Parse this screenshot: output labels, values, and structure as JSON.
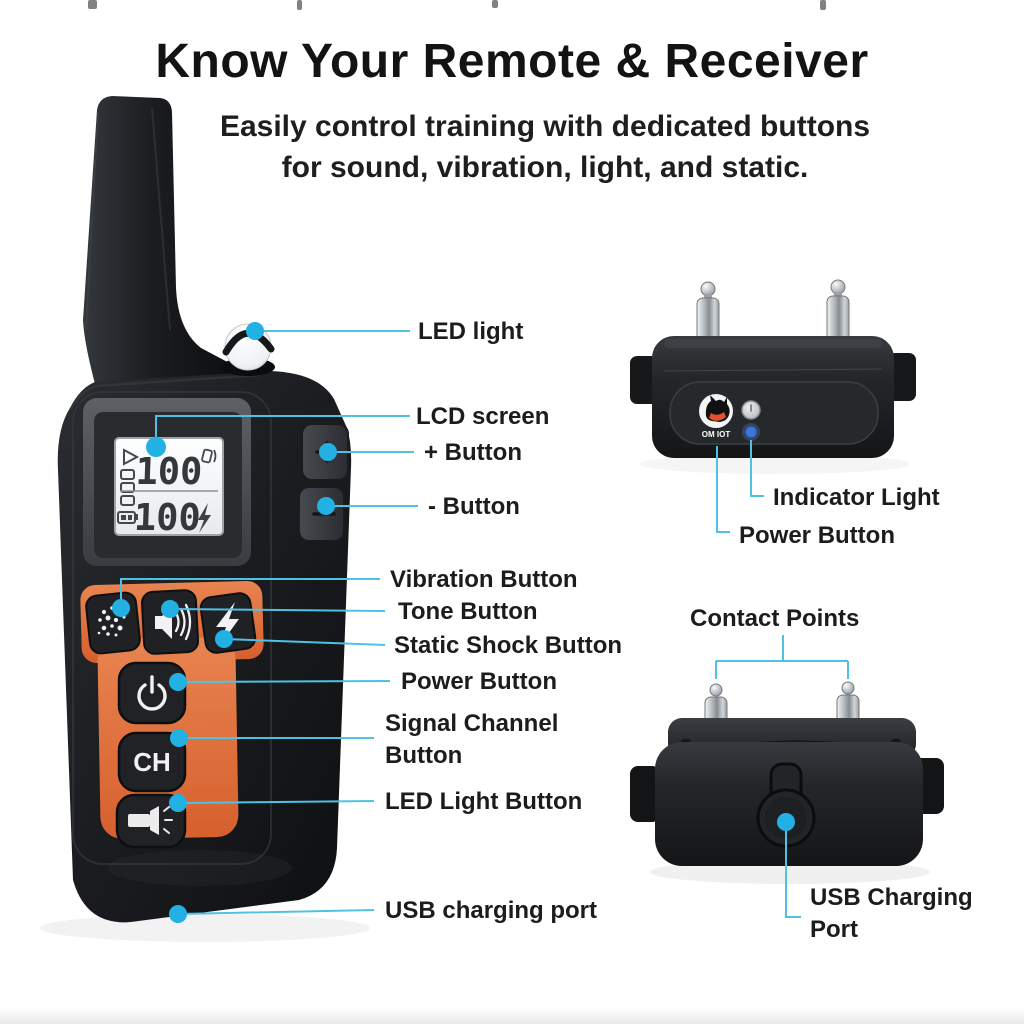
{
  "header": {
    "title": "Know Your Remote & Receiver",
    "subtitle_line1": "Easily control training with dedicated buttons",
    "subtitle_line2": "for sound, vibration, light, and static."
  },
  "remote": {
    "lcd": {
      "top_value": "100",
      "bottom_value": "100"
    },
    "channel_button_label": "CH",
    "callouts": {
      "led_light": "LED light",
      "lcd_screen": "LCD screen",
      "plus_button": "+ Button",
      "minus_button": "- Button",
      "vibration_button": "Vibration Button",
      "tone_button": "Tone Button",
      "static_shock_button": "Static Shock Button",
      "power_button": "Power Button",
      "signal_channel_button": "Signal Channel Button",
      "led_light_button": "LED Light Button",
      "usb_charging_port": "USB charging port"
    }
  },
  "receiver": {
    "logo_text": "OM IOT",
    "callouts": {
      "indicator_light": "Indicator Light",
      "power_button": "Power Button",
      "contact_points": "Contact Points",
      "usb_charging_port": "USB Charging Port"
    }
  },
  "colors": {
    "accent_orange": "#e0703a",
    "callout_cyan": "#29b3e2",
    "device_black": "#1c1e21"
  }
}
